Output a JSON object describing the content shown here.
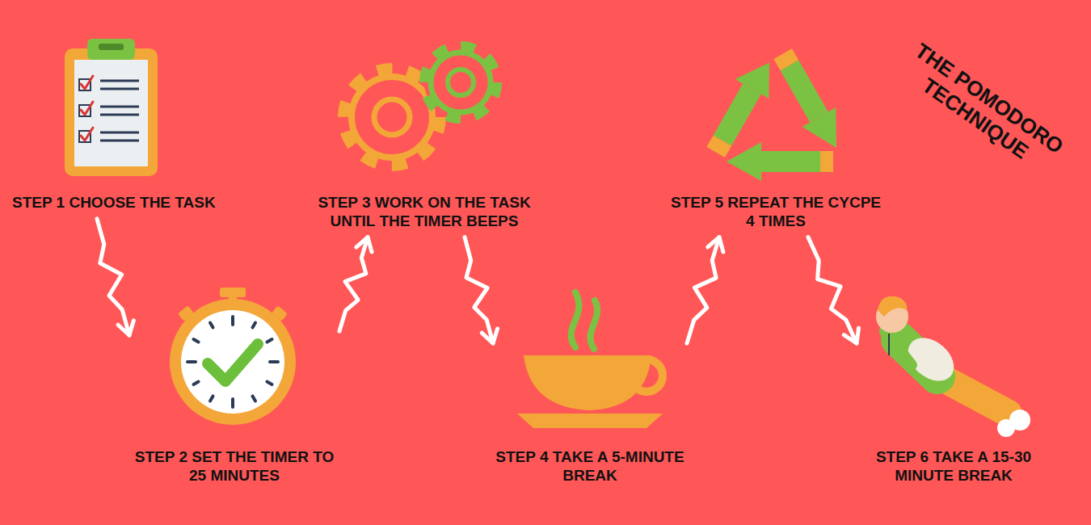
{
  "diagram": {
    "title": "THE POMODORO TECHNIQUE",
    "nodes": [
      {
        "text": [
          "STEP 1 CHOOSE THE TASK"
        ]
      },
      {
        "text": [
          "STEP 2 SET THE TIMER TO 25 MINUTES"
        ]
      },
      {
        "text": [
          "STEP 3 WORK ON THE TASK UNTIL THE TIMER BEEPS"
        ]
      },
      {
        "text": [
          "STEP 4 TAKE A 5-MINUTE BREAK"
        ]
      },
      {
        "text": [
          "STEP 5 REPEAT THE CYCPE 4 TIMES"
        ]
      },
      {
        "text": [
          "STEP 6 TAKE A 15-30 MINUTE BREAK"
        ]
      }
    ],
    "edges": [
      {
        "from": 0,
        "to": 1,
        "arrow": "to"
      },
      {
        "from": 1,
        "to": 2,
        "arrow": "to"
      },
      {
        "from": 2,
        "to": 3,
        "arrow": "to"
      },
      {
        "from": 3,
        "to": 4,
        "arrow": "to"
      },
      {
        "from": 4,
        "to": 5,
        "arrow": "to"
      }
    ]
  }
}
